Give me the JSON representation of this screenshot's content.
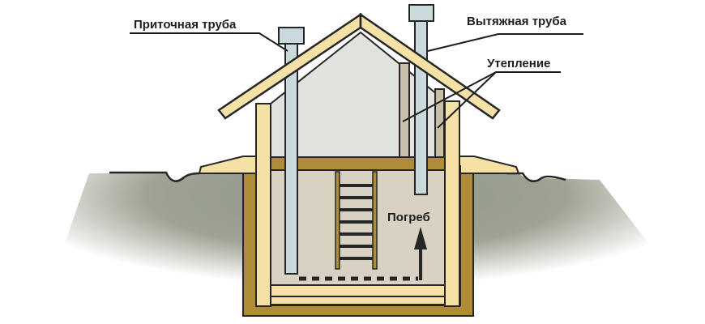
{
  "labels": {
    "supply_pipe": "Приточная труба",
    "exhaust_pipe": "Вытяжная труба",
    "insulation": "Утепление",
    "cellar": "Погреб"
  },
  "colors": {
    "wood": "#f5e0a6",
    "beam": "#b08c38",
    "pipe": "#c9d9dc",
    "attic": "#e2e2de",
    "cellar": "#d9d2c2",
    "ground": "#8e9484",
    "outline": "#262626"
  }
}
